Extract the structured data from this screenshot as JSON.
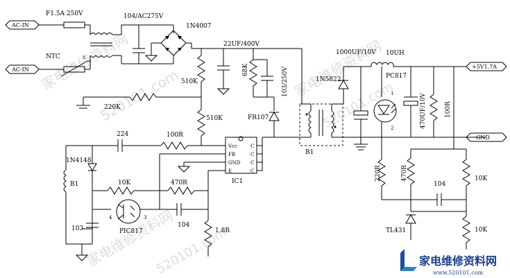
{
  "ports": {
    "ac_in_top": "AC-IN",
    "ac_in_bottom": "AC-IN",
    "out_pos": "+5V1.7A",
    "out_gnd": "GND"
  },
  "labels": {
    "fuse": "F1.5A 250V",
    "ntc": "NTC",
    "ntc_t": "t",
    "x_cap": "104/AC275V",
    "bridge": "1N4007",
    "bulk_cap": "22UF/400V",
    "r_510k_a": "510K",
    "r_220k": "220K",
    "r_510k_b": "510K",
    "r_68k": "68K",
    "cap_103_250v": "103/250V",
    "diode_fr107": "FR107",
    "cap_224": "224",
    "diode_1n4148": "1N4148",
    "r_100r_in": "100R",
    "aux_b1": "B1",
    "r_10k_fb": "10K",
    "r_470r_fb": "470R",
    "cap_103": "103",
    "cap_104_low": "104",
    "r_18r": "1.8R",
    "opto_in": "PIC817",
    "opto_pin4": "4",
    "opto_pin3": "3",
    "ic1": "IC1",
    "ic_vcc": "Vcc",
    "ic_fb": "FB",
    "ic_gnd": "GND",
    "ic_e": "E",
    "ic_c": "C",
    "transformer": "B1",
    "schottky": "1N5822",
    "cap_1000uf": "1000UF/10V",
    "inductor": "10UH",
    "opto_out": "PC817",
    "opto_out_pin1": "1",
    "opto_out_pin2": "2",
    "cap_470uf": "470UF/10V",
    "r_100r_out": "100R",
    "r_220r": "220R",
    "r_470r_out": "470R",
    "cap_104_out": "104",
    "r_10k_top": "10K",
    "r_10k_bot": "10K",
    "tl431": "TL431"
  },
  "watermarks": {
    "wm1": "家电维修资料网",
    "wm2": "520101.com",
    "wm3": "家电维修资料网",
    "wm4": "520101.com",
    "wm5": "家电维修资料网",
    "wm6": "520101.com"
  },
  "logo": {
    "text": "家电维修资料网",
    "url": "www.520101.com"
  }
}
